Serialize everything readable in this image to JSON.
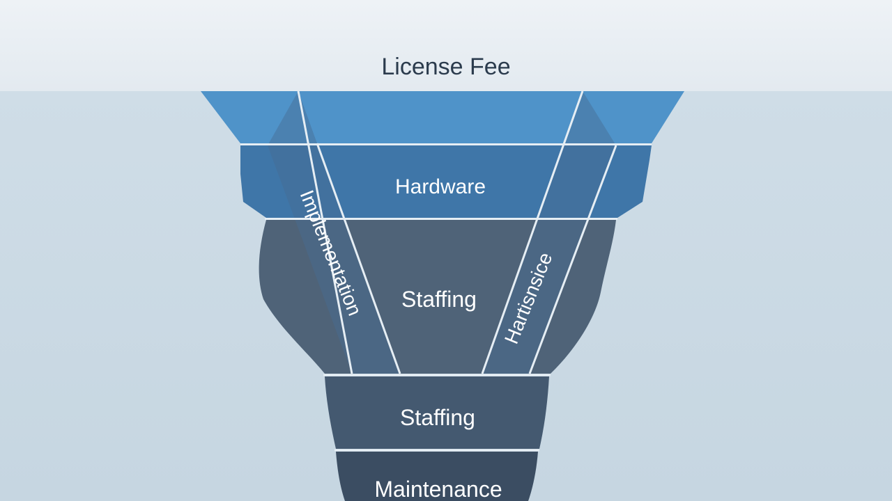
{
  "diagram": {
    "surface_label": "License Fee",
    "layers": [
      {
        "label": "Hardware"
      },
      {
        "label": "Staffing"
      },
      {
        "label": "Staffing"
      },
      {
        "label": "Maintenance"
      }
    ],
    "diagonal_bands": [
      {
        "label": "Implementation"
      },
      {
        "label": "Hartisnsice"
      }
    ]
  },
  "colors": {
    "sky": "#e9eef3",
    "water": "#ccdbe5",
    "layer_1": "#4f93c9",
    "layer_2": "#3f76a8",
    "layer_3": "#4f6378",
    "layer_4": "#445970",
    "layer_5": "#3b4d62",
    "divider": "#e6eef4",
    "title_text": "#2b3b4d"
  }
}
